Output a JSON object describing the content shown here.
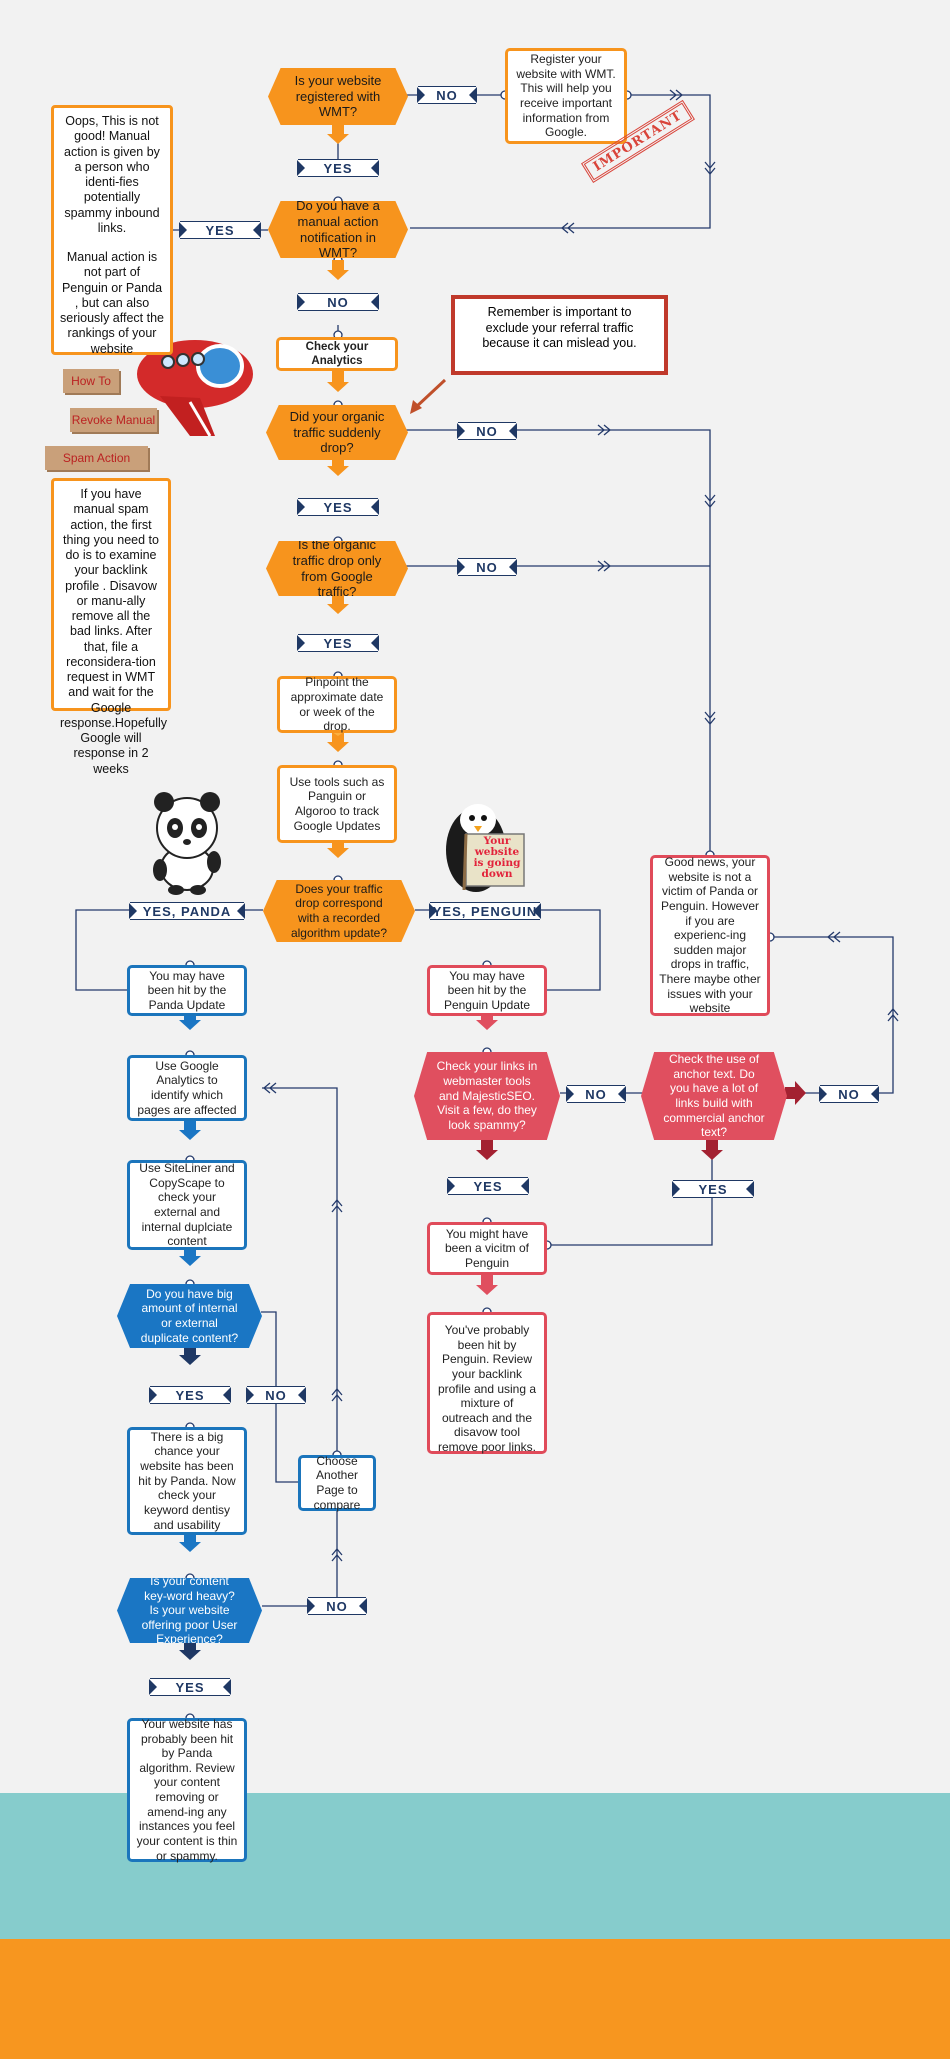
{
  "colors": {
    "orange": "#f7941d",
    "blue": "#1a76c4",
    "red": "#e04f5f",
    "navy": "#1f3864",
    "teal_band": "#86cccc",
    "orange_band": "#f7961f"
  },
  "nodes": {
    "registered": "Is your website registered with WMT?",
    "register_wmt": "Register your website with WMT. This will help you receive important information from Google.",
    "important_stamp": "IMPORTANT",
    "manual_notification": "Do you have a manual action notification in WMT?",
    "check_analytics": "Check your Analytics",
    "organic_drop": "Did your organic traffic suddenly drop?",
    "only_google": "Is the organic traffic drop only from Google traffic?",
    "pinpoint": "Pinpoint the approximate date or week of the drop.",
    "tools": "Use tools such as Panguin or Algoroo to track  Google Updates",
    "correspond": "Does your traffic drop correspond with a recorded algorithm update?",
    "good_news": "Good news, your website is not a victim of Panda or Penguin. However if you are experienc-ing sudden major drops in traffic, There maybe other issues with your website",
    "panda_hit": "You may have been hit by the Panda Update",
    "penguin_hit": "You may have been hit by the Penguin Update",
    "ga_identify": "Use Google Analytics to identify which pages are affected",
    "siteliner": "Use SiteLiner and CopyScape to check your external and internal duplciate content",
    "big_duplicate": "Do you have big amount of internal or external duplicate content?",
    "big_chance": "There is a big chance your website has been hit by Panda. Now check your keyword dentisy and usability",
    "choose_page": "Choose Another Page to compare",
    "keyword_heavy": "Is your content key-word heavy? Is your website offering poor User Experience?",
    "panda_final": "Your website has probably been hit by Panda algorithm. Review your content removing or amend-ing any instances you feel your content is thin or spammy.",
    "check_links": "Check your links in webmaster tools and MajesticSEO. Visit a few, do they look spammy?",
    "anchor_text": "Check  the use of anchor text. Do you have a lot of links build with commercial anchor text?",
    "victim_penguin": "You might have been a vicitm of Penguin",
    "penguin_final": "You've probably been hit by Penguin. Review your backlink profile and using a mixture of outreach and the disavow tool remove poor links."
  },
  "notes": {
    "oops": "Oops, This is not good! Manual action is given by a person who identi-fies potentially spammy inbound links.",
    "oops_2": "Manual action is not part of Penguin or Panda , but can also seriously affect the rankings of your website",
    "manual_steps": "If you have manual spam action, the first thing you need to do is to examine your backlink profile . Disavow or manu-ally remove all the bad links. After that, file a reconsidera-tion request in WMT and wait for the Google response.Hopefully Google will response in 2 weeks",
    "remember": "Remember is important to exclude your referral traffic because it can mislead you."
  },
  "tags": [
    "How To",
    "Revoke Manual",
    "Spam Action"
  ],
  "penguin_sign": "Your website is going down",
  "labels": {
    "no": "NO",
    "yes": "YES",
    "yes_panda": "YES, PANDA",
    "yes_penguin": "YES, PENGUIN"
  }
}
